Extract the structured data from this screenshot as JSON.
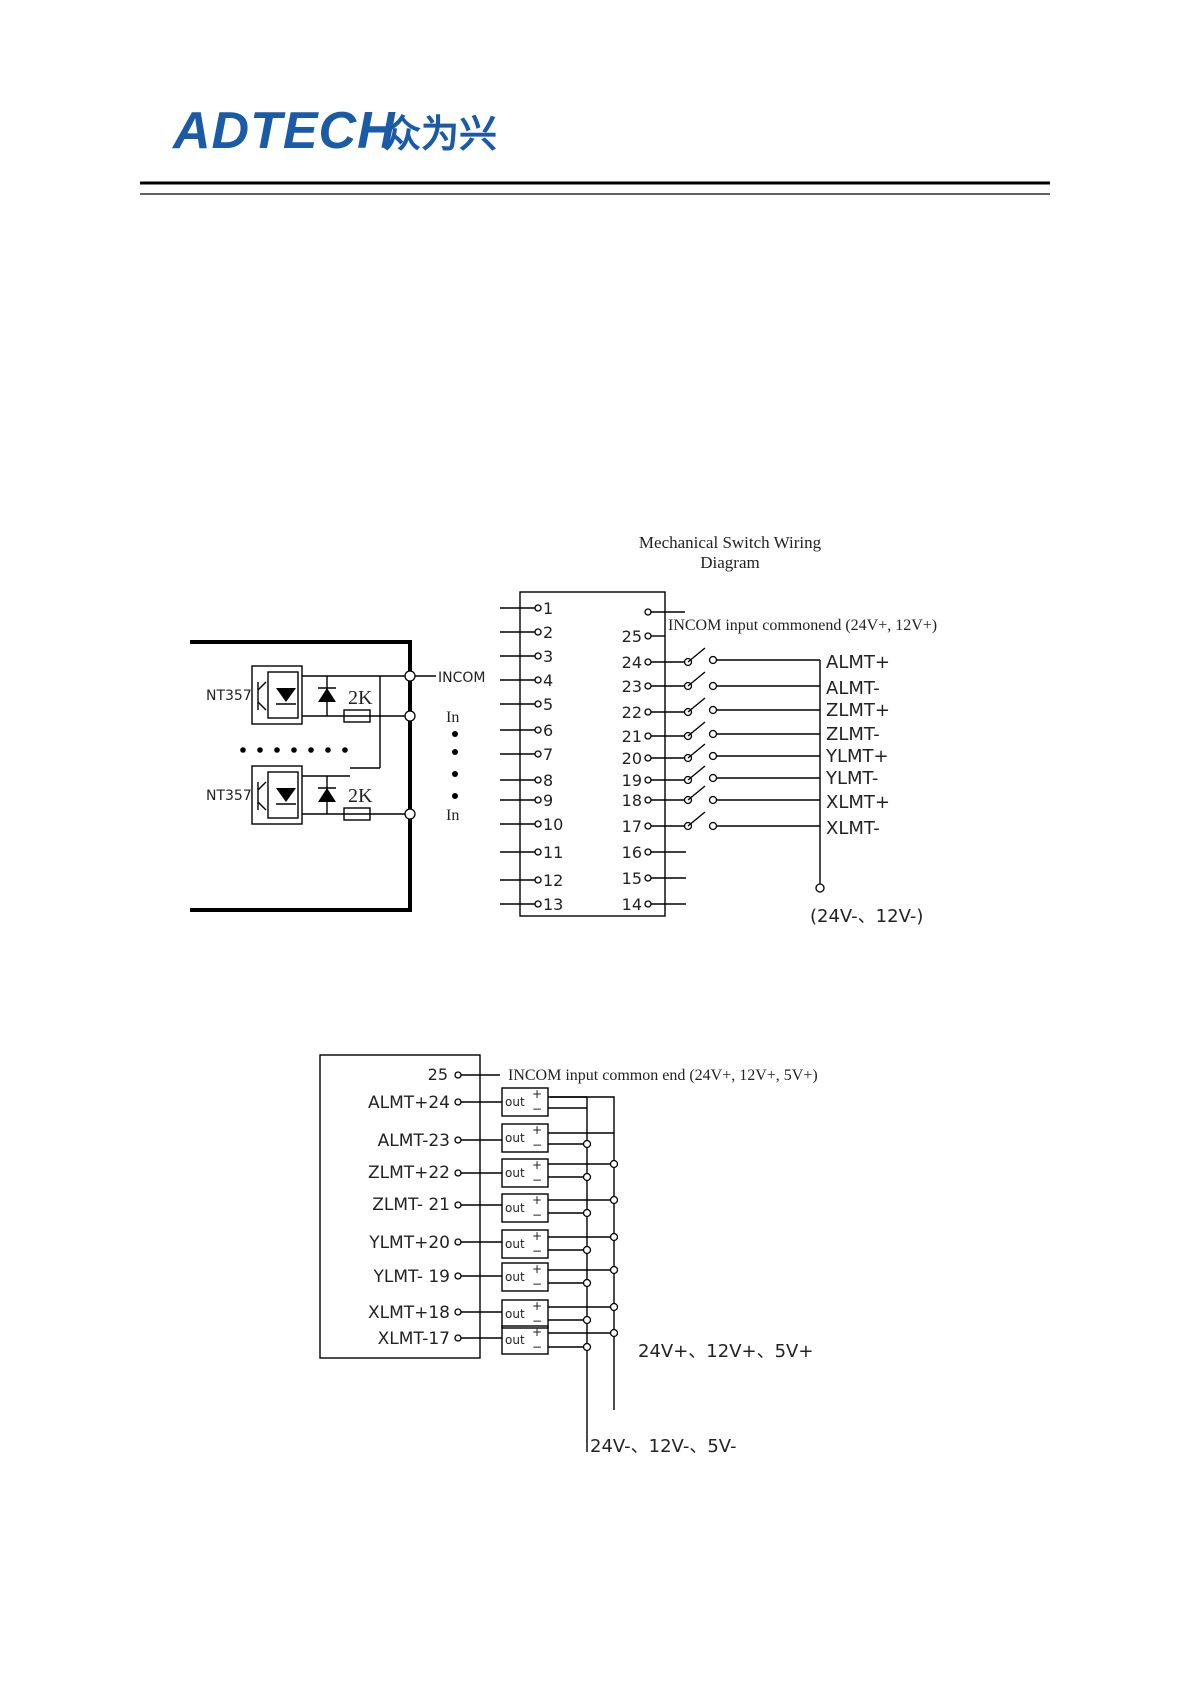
{
  "header": {
    "brand": "ADTECH",
    "brand_cn": "众为兴",
    "brand_color": "#1a5aa6"
  },
  "diagram1": {
    "title_line1": "Mechanical Switch Wiring",
    "title_line2": "Diagram",
    "chip_label": "NT357",
    "resistor_label": "2K",
    "incom_label": "INCOM",
    "in_label": "In",
    "incom_note": "INCOM input commonend (24V+, 12V+)",
    "left_pins": [
      "1",
      "2",
      "3",
      "4",
      "5",
      "6",
      "7",
      "8",
      "9",
      "10",
      "11",
      "12",
      "13"
    ],
    "right_pins": [
      "25",
      "24",
      "23",
      "22",
      "21",
      "20",
      "19",
      "18",
      "17",
      "16",
      "15",
      "14"
    ],
    "signals": [
      "ALMT+",
      "ALMT-",
      "ZLMT+",
      "ZLMT-",
      "YLMT+",
      "YLMT-",
      "XLMT+",
      "XLMT-"
    ],
    "ground_label": "(24V-、12V-)"
  },
  "diagram2": {
    "pin25_label": "25",
    "incom_note": "INCOM input common end (24V+, 12V+, 5V+)",
    "rows": [
      {
        "label": "ALMT+24"
      },
      {
        "label": "ALMT-23"
      },
      {
        "label": "ZLMT+22"
      },
      {
        "label": "ZLMT- 21"
      },
      {
        "label": "YLMT+20"
      },
      {
        "label": "YLMT- 19"
      },
      {
        "label": "XLMT+18"
      },
      {
        "label": "XLMT-17"
      }
    ],
    "out_label": "out",
    "plus": "+",
    "minus": "−",
    "vplus_label": "24V+、12V+、5V+",
    "vminus_label": "24V-、12V-、5V-"
  }
}
